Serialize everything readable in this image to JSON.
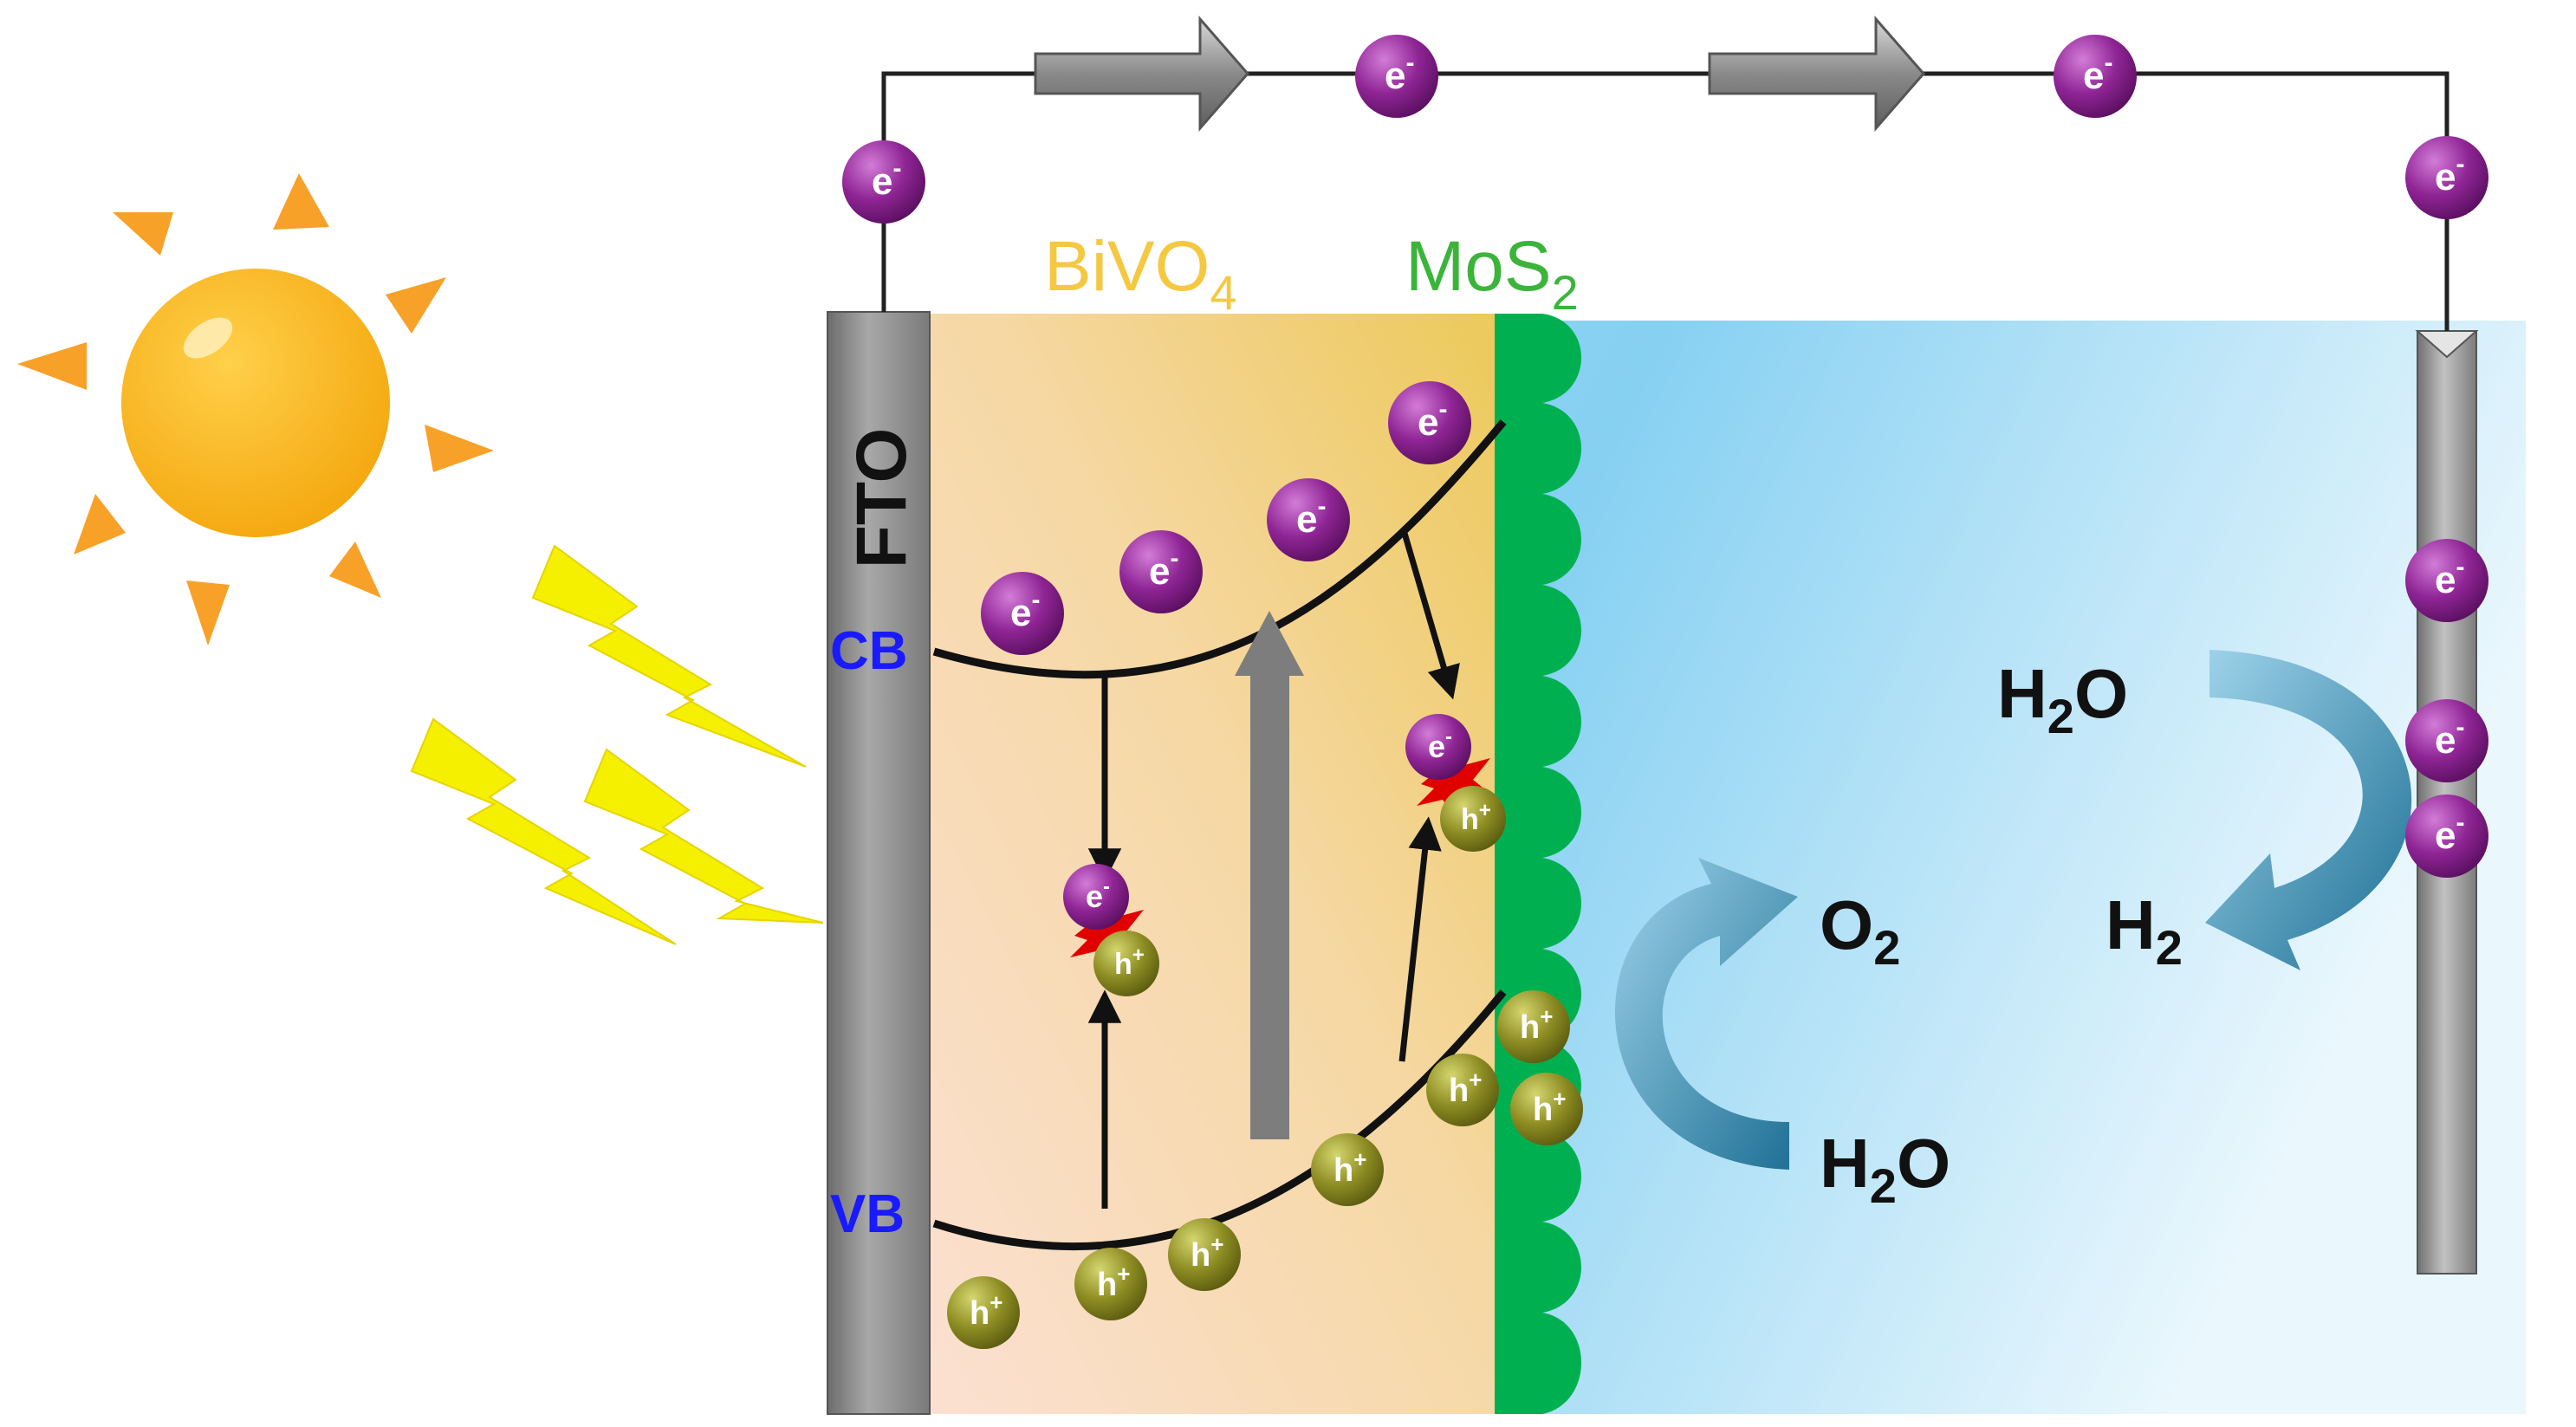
{
  "labels": {
    "fto": "FTO",
    "bivo4_main": "BiVO",
    "bivo4_sub": "4",
    "mos2_main": "MoS",
    "mos2_sub": "2",
    "cb": "CB",
    "vb": "VB",
    "h2o_top_main": "H",
    "h2o_top_sub": "2",
    "h2o_top_tail": "O",
    "h2_main": "H",
    "h2_sub": "2",
    "o2_main": "O",
    "o2_sub": "2",
    "h2o_bottom_main": "H",
    "h2o_bottom_sub": "2",
    "h2o_bottom_tail": "O"
  },
  "carriers": {
    "electron_text": "e",
    "electron_sup": "-",
    "hole_text": "h",
    "hole_sup": "+"
  },
  "colors": {
    "bivo4_label": "#f5c842",
    "mos2_label": "#3cb43c",
    "mos2_layer": "#00b050",
    "electron": "#7d1e83",
    "hole": "#8a8a1e",
    "electrode": "#8f8f8f",
    "band_label": "#1a1aff",
    "sun": "#f7b518",
    "sun_rays": "#f7a128",
    "lightning": "#f5f000",
    "curved_arrow": "#2e86ab",
    "recombination": "#e00000"
  },
  "icons": {
    "sun": "sun-icon",
    "lightning": "lightning-icon",
    "flow_arrow": "block-arrow-right-icon",
    "curved_arrow": "curved-arrow-icon"
  }
}
